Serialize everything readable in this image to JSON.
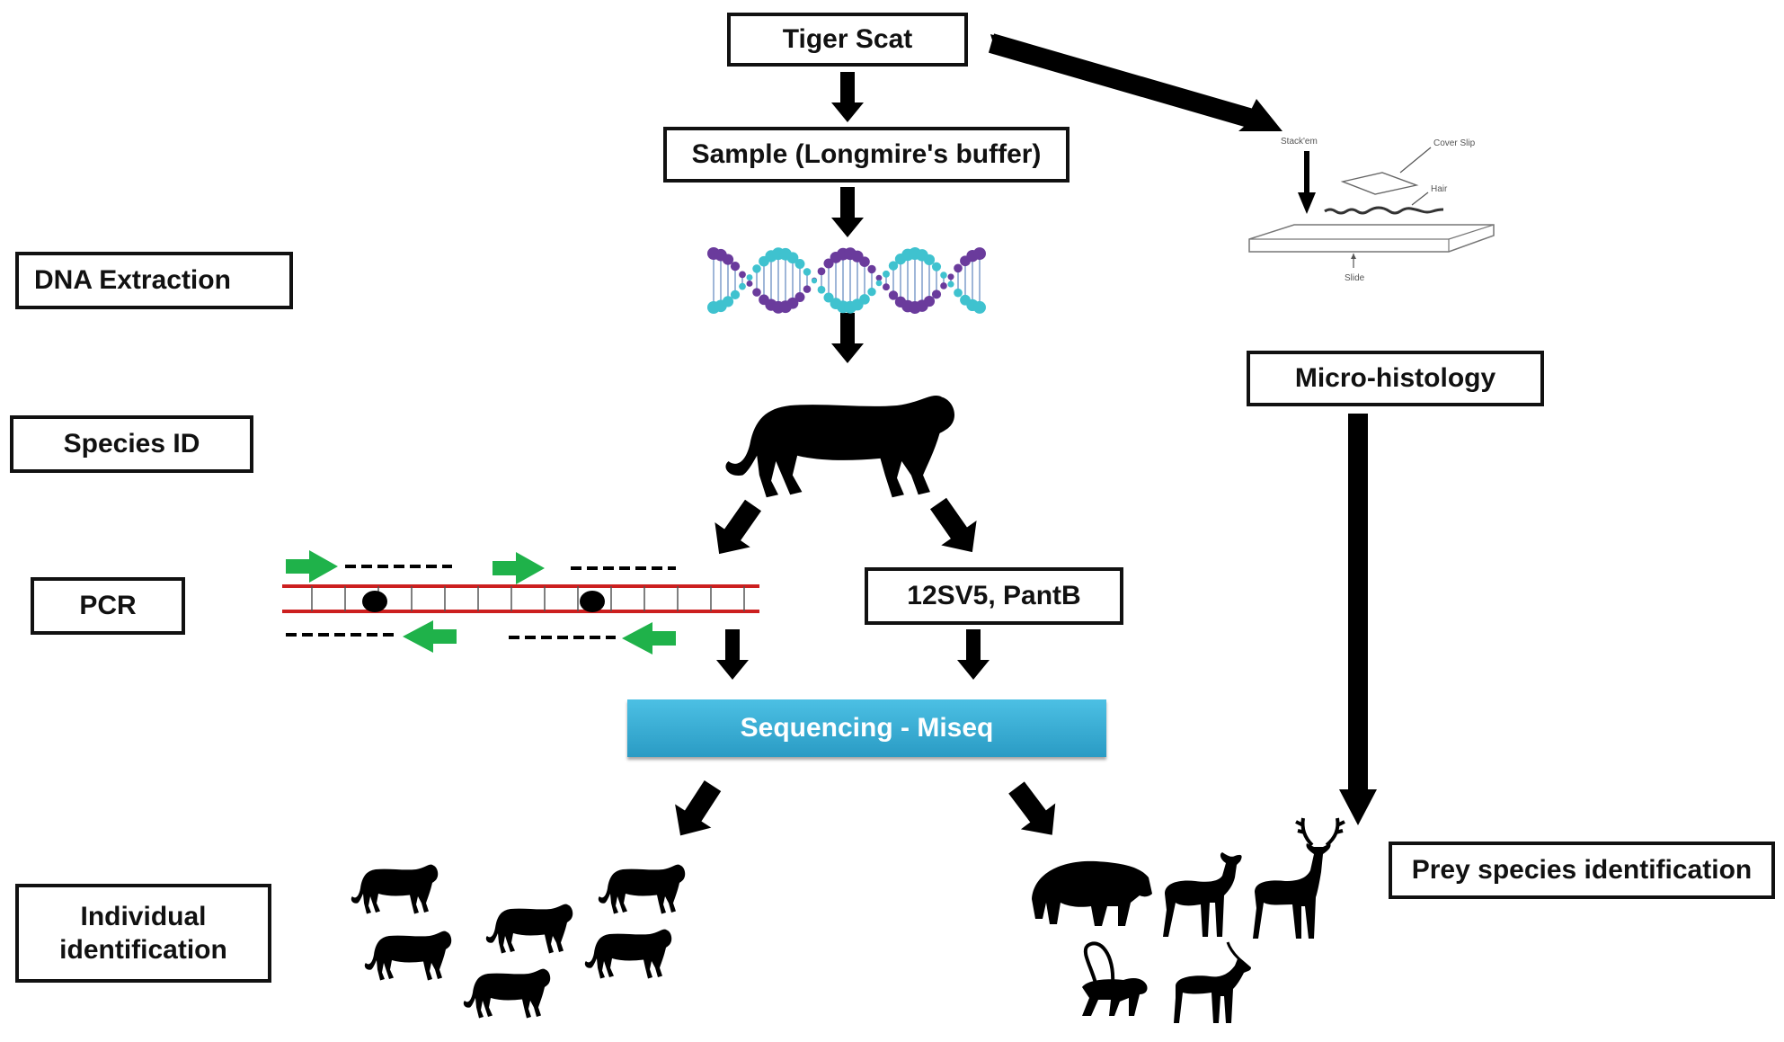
{
  "diagram": {
    "type": "workflow",
    "nodes": {
      "tiger_scat": "Tiger Scat",
      "sample": "Sample (Longmire's buffer)",
      "dna_extraction": "DNA Extraction",
      "species_id": "Species ID",
      "pcr": "PCR",
      "markers": "12SV5, PantB",
      "sequencing": "Sequencing - Miseq",
      "individual_identification": "Individual identification",
      "micro_histology": "Micro-histology",
      "prey_species_identification": "Prey species identification"
    },
    "slide_labels": {
      "stack": "Stack'em",
      "cover_slip": "Cover Slip",
      "hair": "Hair",
      "slide": "Slide"
    },
    "icons": {
      "dna": "dna-helix-icon",
      "tiger": "tiger-silhouette-icon",
      "pcr_strand": "pcr-strand-icon",
      "tiger_group_count": 6,
      "prey_animals": [
        "wild-boar",
        "doe",
        "stag",
        "langur-monkey",
        "blackbuck"
      ]
    },
    "edges": [
      [
        "Tiger Scat",
        "Sample (Longmire's buffer)"
      ],
      [
        "Tiger Scat",
        "Micro-histology slide"
      ],
      [
        "Sample (Longmire's buffer)",
        "DNA"
      ],
      [
        "DNA",
        "Tiger"
      ],
      [
        "Tiger",
        "PCR"
      ],
      [
        "Tiger",
        "12SV5, PantB"
      ],
      [
        "PCR",
        "Sequencing - Miseq"
      ],
      [
        "12SV5, PantB",
        "Sequencing - Miseq"
      ],
      [
        "Sequencing - Miseq",
        "Individual identification"
      ],
      [
        "Sequencing - Miseq",
        "Prey species identification"
      ],
      [
        "Micro-histology",
        "Prey species identification"
      ]
    ],
    "colors": {
      "sequencing_fill": "#3badd6",
      "pcr_strand": "#cc1f1f",
      "primer_arrow": "#1fb24a",
      "dna_purple": "#6a3b9c",
      "dna_teal": "#3fc2cf"
    }
  }
}
